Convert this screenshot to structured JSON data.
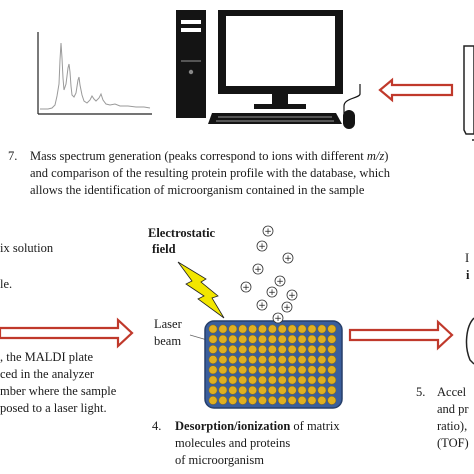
{
  "step7": {
    "number": "7.",
    "line1_a": "Mass spectrum generation (peaks correspond to ions with different ",
    "line1_mz": "m/z",
    "line1_b": ")",
    "line2": "and comparison of the resulting protein profile with the database, which",
    "line3": "allows the identification of microorganism contained in the sample"
  },
  "left_fragments": {
    "matrix": "ix solution",
    "le": "le.",
    "plate_line1": ", the MALDI plate",
    "plate_line2": "ced in the analyzer",
    "plate_line3": "mber where the sample",
    "plate_line4": "posed to a laser light."
  },
  "center": {
    "field_line1": "Electrostatic",
    "field_line2": "field",
    "laser_line1": "Laser",
    "laser_line2": "beam",
    "ion_symbol": "+"
  },
  "step4": {
    "number": "4.",
    "bold": "Desorption/ionization",
    "line1_rest": " of matrix",
    "line2": "molecules and proteins",
    "line3": "of microorganism"
  },
  "step5": {
    "number": "5.",
    "line1": "Accel",
    "line2": "and pr",
    "line3": "ratio),",
    "line4": "(TOF)"
  },
  "right_fragments": {
    "top": "I",
    "second": "i"
  },
  "colors": {
    "arrow": "#c0392b",
    "plate": "#3a5e9c",
    "spot": "#e0b020",
    "lightning": "#f2e600",
    "computer": "#1a1a1a"
  }
}
